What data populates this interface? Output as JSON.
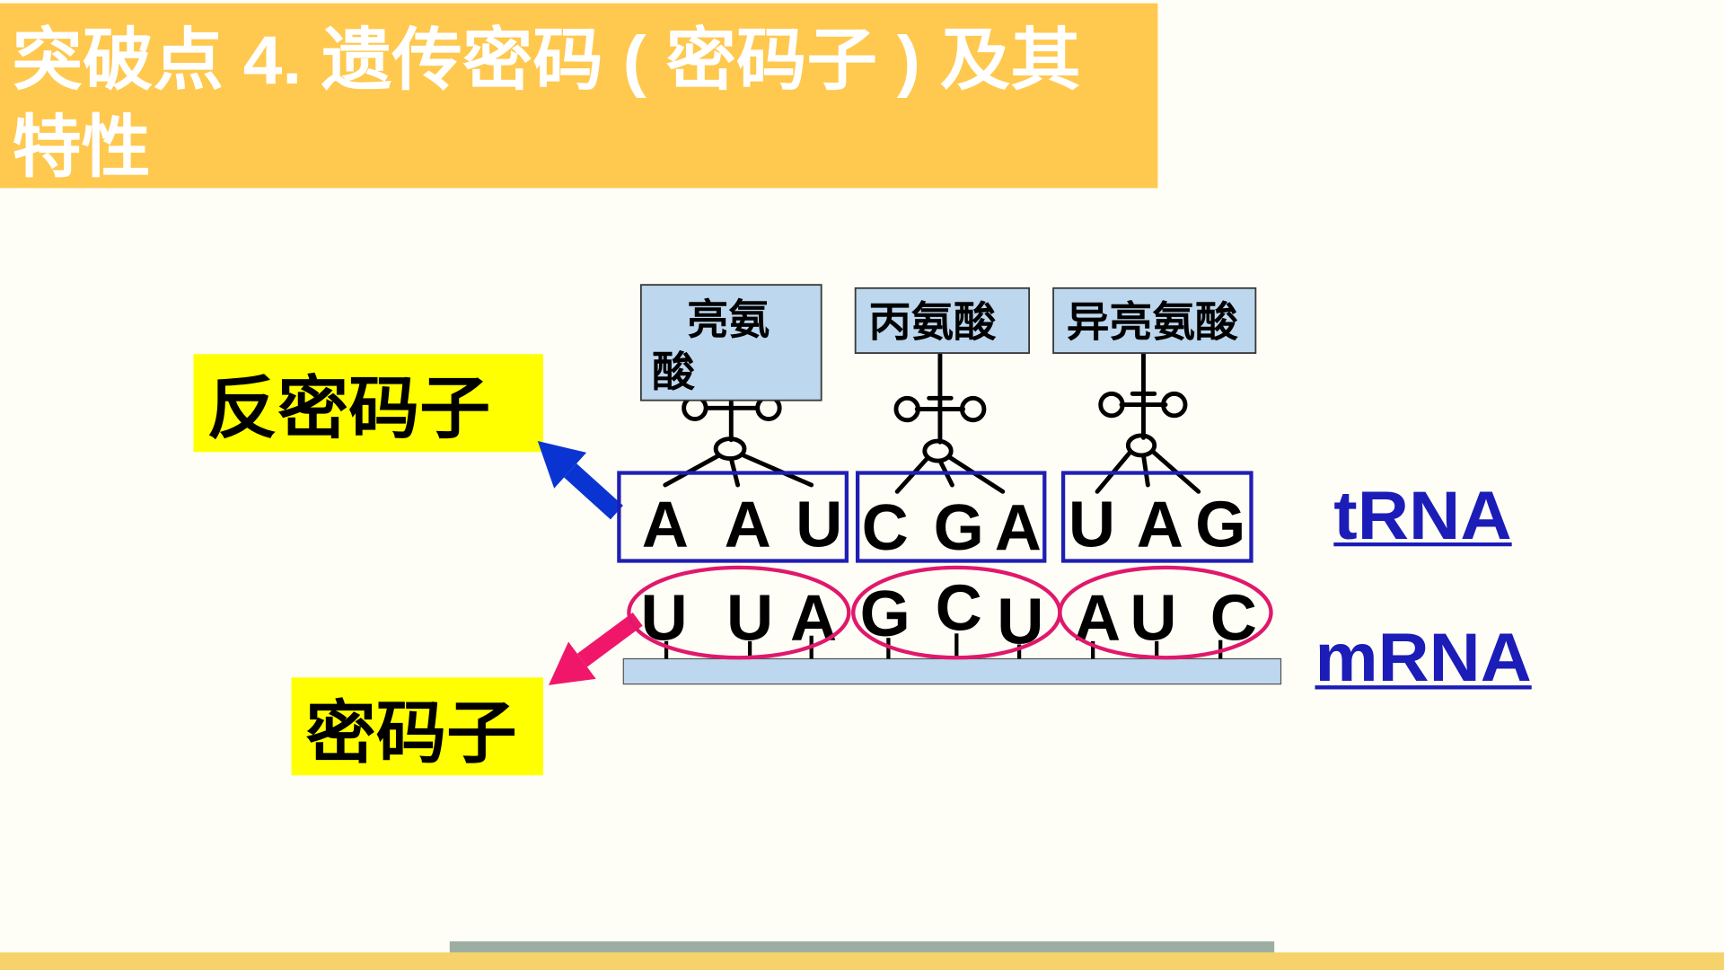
{
  "slide": {
    "title_lines": [
      "突破点 4. 遗传密码 ( 密码子 ) 及其",
      "特性"
    ],
    "anticodon_label": "反密码子",
    "codon_label": "密码子",
    "trna_label": "tRNA",
    "mrna_label": "mRNA",
    "amino_acids": [
      {
        "lines": [
          "亮氨",
          "酸"
        ]
      },
      {
        "lines": [
          "丙氨酸"
        ]
      },
      {
        "lines": [
          "异亮氨酸"
        ]
      }
    ],
    "anticodons": [
      [
        "A",
        "A",
        "U"
      ],
      [
        "C",
        "G",
        "A"
      ],
      [
        "U",
        "A",
        "G"
      ]
    ],
    "codons": [
      [
        "U",
        "U",
        "A"
      ],
      [
        "G",
        "C",
        "U"
      ],
      [
        "A",
        "U",
        "C"
      ]
    ]
  },
  "colors": {
    "background": "#FEFDF6",
    "title_banner": "#FFC84F",
    "bottom_band": "#F6D26A",
    "bottom_bar": "#9CAEA1",
    "label_highlight": "#FFFF00",
    "amino_box": "#BDD7EE",
    "mrna_strand": "#BDD7EE",
    "anticodon_box": "#1F1FB4",
    "codon_ring": "#E0186C",
    "anticodon_arrow": "#0A34D2",
    "codon_arrow": "#F0176A",
    "molecule_label": "#1C1CB8"
  }
}
